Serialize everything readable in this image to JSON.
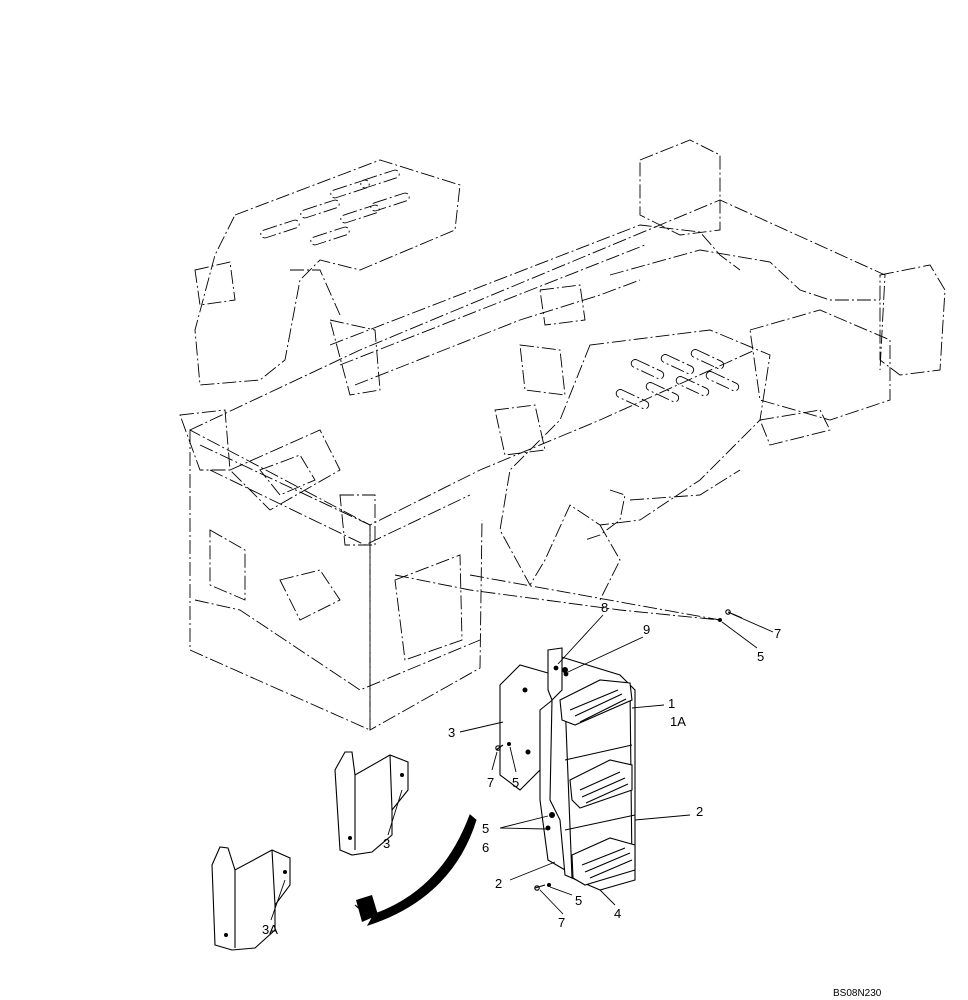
{
  "callouts": {
    "c8": "8",
    "c9": "9",
    "c1": "1",
    "c1a": "1A",
    "c3_top": "3",
    "c7_left": "7",
    "c5_left": "5",
    "c7_right": "7",
    "c5_right": "5",
    "c5_mid": "5",
    "c6": "6",
    "c2_right": "2",
    "c2_left": "2",
    "c5_bottom": "5",
    "c7_bottom": "7",
    "c4": "4",
    "c3_bracket": "3",
    "c3a": "3A"
  },
  "drawing_code": "BS08N230"
}
